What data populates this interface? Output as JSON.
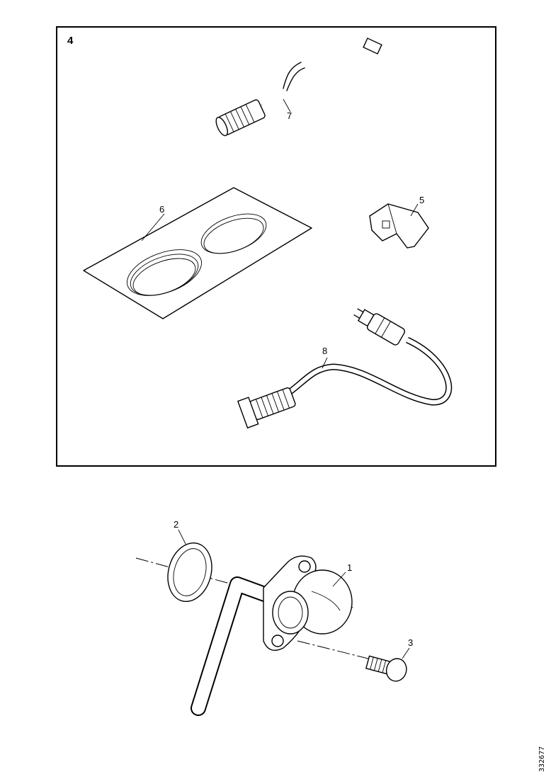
{
  "figure": {
    "box_label": "4",
    "callouts": {
      "p1": "1",
      "p2": "2",
      "p3": "3",
      "p5": "5",
      "p6": "6",
      "p7": "7",
      "p8": "8"
    },
    "reference_code": "332677"
  }
}
